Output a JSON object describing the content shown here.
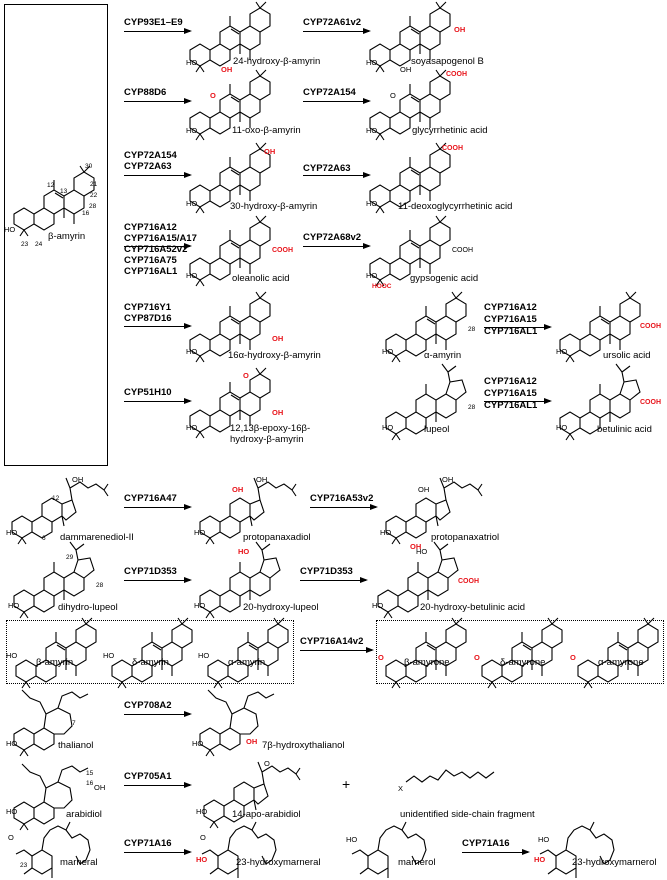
{
  "start": {
    "compound": "β-amyrin"
  },
  "reactions": [
    {
      "enzyme": "CYP93E1–E9",
      "product": "24-hydroxy-β-amyrin"
    },
    {
      "enzyme": "CYP72A61v2",
      "product": "soyasapogenol B"
    },
    {
      "enzyme": "CYP88D6",
      "product": "11-oxo-β-amyrin"
    },
    {
      "enzyme": "CYP72A154",
      "product": "glycyrrhetinic acid"
    },
    {
      "enzyme": "CYP72A154\nCYP72A63",
      "product": "30-hydroxy-β-amyrin"
    },
    {
      "enzyme": "CYP72A63",
      "product": "11-deoxoglycyrrhetinic acid"
    },
    {
      "enzyme": "CYP716A12\nCYP716A15/A17\nCYP716A52v2\nCYP716A75\nCYP716AL1",
      "product": "oleanolic acid"
    },
    {
      "enzyme": "CYP72A68v2",
      "product": "gypsogenic acid"
    },
    {
      "enzyme": "CYP716Y1\nCYP87D16",
      "product": "16α-hydroxy-β-amyrin"
    },
    {
      "substrate": "α-amyrin",
      "enzyme": "CYP716A12\nCYP716A15\nCYP716AL1",
      "product": "ursolic acid"
    },
    {
      "enzyme": "CYP51H10",
      "product": "12,13β-epoxy-16β-\nhydroxy-β-amyrin"
    },
    {
      "substrate": "lupeol",
      "enzyme": "CYP716A12\nCYP716A15\nCYP716AL1",
      "product": "betulinic acid"
    },
    {
      "substrate": "dammarenediol-II",
      "enzyme": "CYP716A47",
      "product": "protopanaxadiol"
    },
    {
      "enzyme": "CYP716A53v2",
      "product": "protopanaxatriol"
    },
    {
      "substrate": "dihydro-lupeol",
      "enzyme": "CYP71D353",
      "product": "20-hydroxy-lupeol"
    },
    {
      "enzyme": "CYP71D353",
      "product": "20-hydroxy-betulinic acid"
    },
    {
      "substrates": [
        "β-amyrin",
        "δ-amyrin",
        "α-amyrin"
      ],
      "enzyme": "CYP716A14v2",
      "products": [
        "β-amyrone",
        "δ-amyrone",
        "α-amyrone"
      ]
    },
    {
      "substrate": "thalianol",
      "enzyme": "CYP708A2",
      "product": "7β-hydroxythalianol"
    },
    {
      "substrate": "arabidiol",
      "enzyme": "CYP705A1",
      "product": "14-apo-arabidiol",
      "side_product": "unidentified side-chain fragment"
    },
    {
      "substrate": "marneral",
      "enzyme": "CYP71A16",
      "product": "23-hydroxymarneral"
    },
    {
      "substrate": "marnerol",
      "enzyme": "CYP71A16",
      "product": "23-hydroxymarnerol"
    }
  ],
  "plus_sign": "+",
  "structure_labels": {
    "ho": "HO",
    "oh": "OH",
    "cooh": "COOH",
    "hooc": "HOOC",
    "o": "O",
    "x": "X"
  },
  "atom_numbers": {
    "amyrin": [
      "30",
      "12",
      "13",
      "21",
      "22",
      "28",
      "16",
      "23",
      "24"
    ],
    "alpha_amyrin": [
      "28"
    ],
    "lupeol": [
      "28"
    ],
    "dammarenediol": [
      "12",
      "6"
    ],
    "dihydro_lupeol": [
      "29",
      "28"
    ],
    "thalianol": [
      "7"
    ],
    "arabidiol": [
      "15",
      "16"
    ],
    "marneral": [
      "23"
    ]
  },
  "colors": {
    "ink": "#000000",
    "highlight": "#e8141b"
  }
}
